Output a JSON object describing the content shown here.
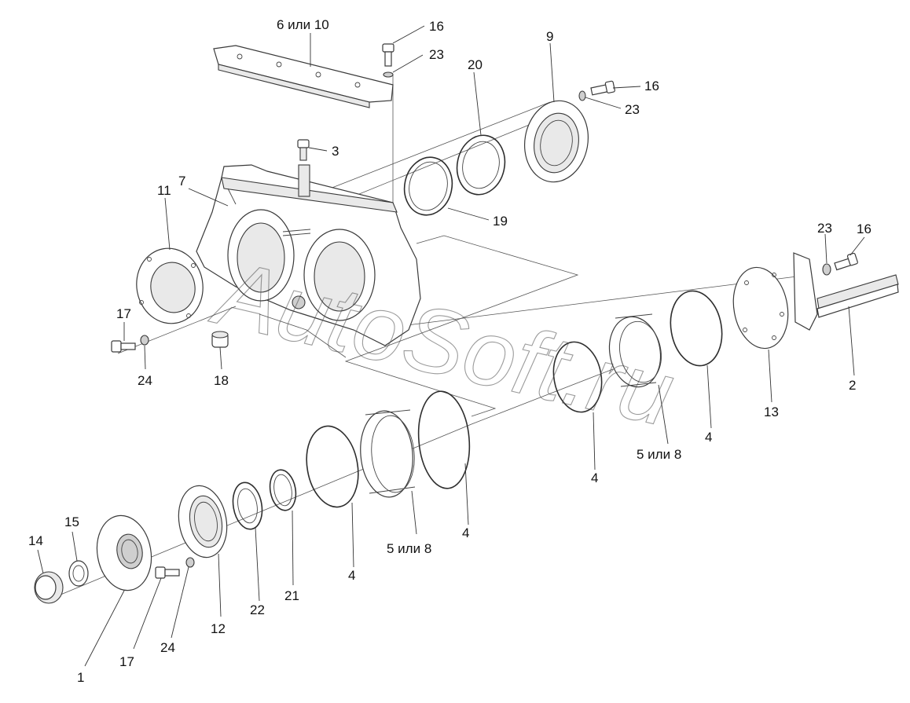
{
  "diagram": {
    "watermark": "AutoSoft.ru",
    "callouts": {
      "c1": "1",
      "c2": "2",
      "c3": "3",
      "c4a": "4",
      "c4b": "4",
      "c4c": "4",
      "c4d": "4",
      "c5_8a": "5 или 8",
      "c5_8b": "5 или 8",
      "c6_10": "6 или 10",
      "c7": "7",
      "c9": "9",
      "c11": "11",
      "c12": "12",
      "c13": "13",
      "c14": "14",
      "c15": "15",
      "c16a": "16",
      "c16b": "16",
      "c16c": "16",
      "c17a": "17",
      "c17b": "17",
      "c18": "18",
      "c19": "19",
      "c20": "20",
      "c21": "21",
      "c22": "22",
      "c23a": "23",
      "c23b": "23",
      "c23c": "23",
      "c24a": "24",
      "c24b": "24"
    }
  }
}
